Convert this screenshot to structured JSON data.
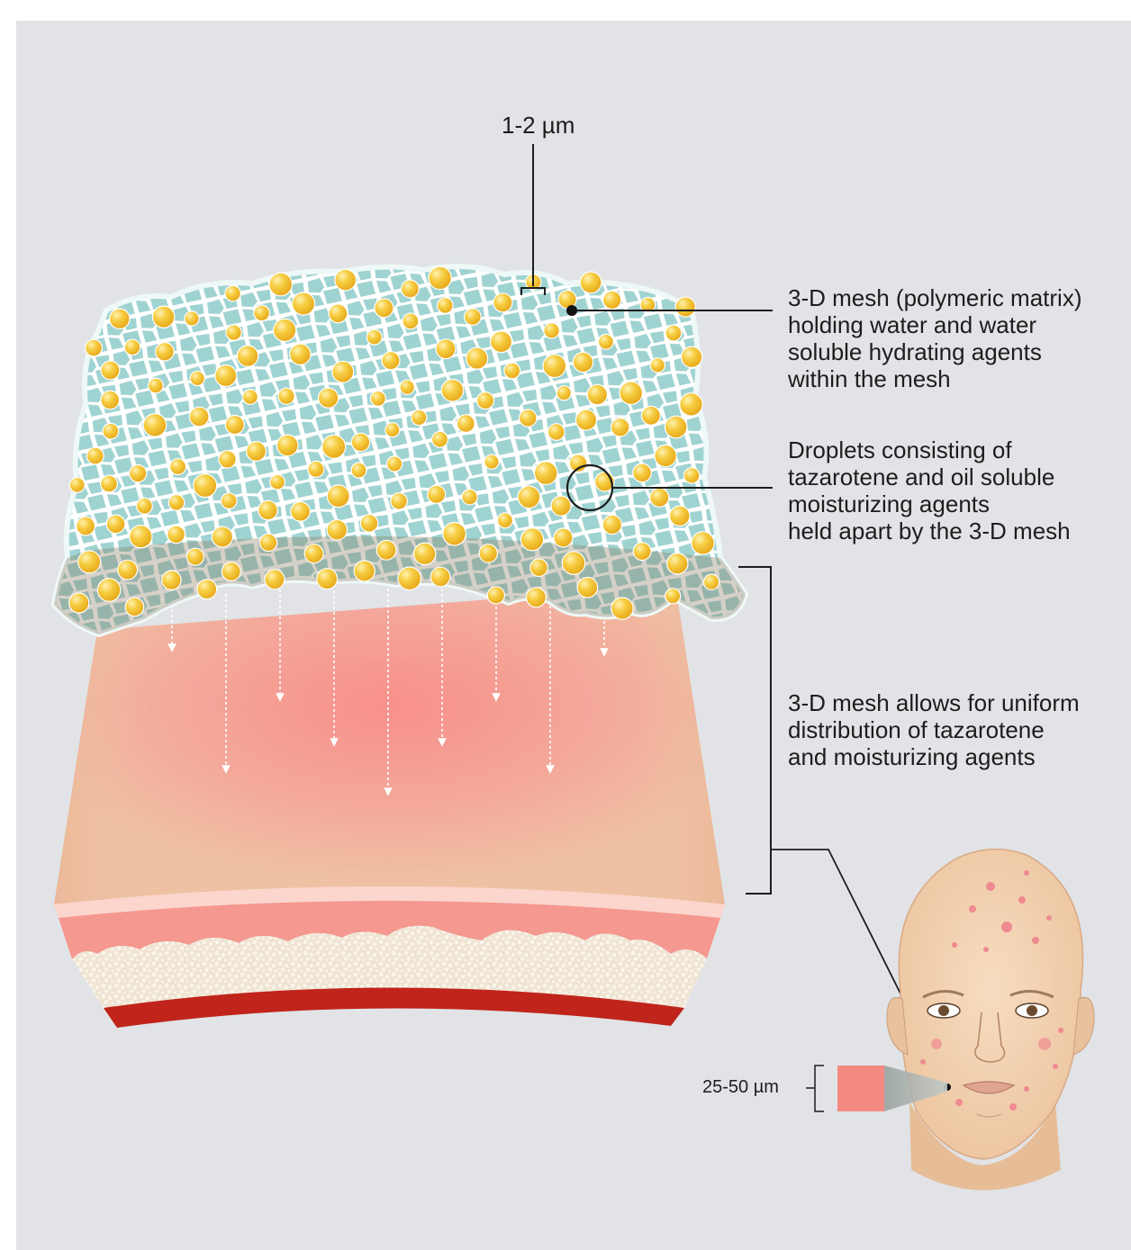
{
  "colors": {
    "background": "#e1e3e6",
    "mesh_fill": "#9fd3d1",
    "droplet": "#f4c02e",
    "skin_base": "#efc1a3",
    "skin_active": "#f58a86",
    "epidermis": "#f59890",
    "fat": "#f0e6d6",
    "blood_vessel": "#c0241a",
    "leader_line": "#1d1d1d"
  },
  "labels": {
    "micron_top": "1-2 µm",
    "micron_face": "25-50 µm",
    "mesh": [
      "3-D mesh (polymeric matrix)",
      "holding water and water",
      "soluble hydrating agents",
      "within the mesh"
    ],
    "droplets": [
      "Droplets consisting of",
      "tazarotene and oil soluble",
      "moisturizing agents",
      "held apart by the 3-D mesh"
    ],
    "distribution": [
      "3-D mesh allows for uniform",
      "distribution of tazarotene",
      "and moisturizing agents"
    ]
  },
  "icons": {
    "mesh": "polymer-mesh-icon",
    "droplet": "droplet-icon",
    "face": "face-illustration",
    "arrow": "down-arrow-icon"
  }
}
